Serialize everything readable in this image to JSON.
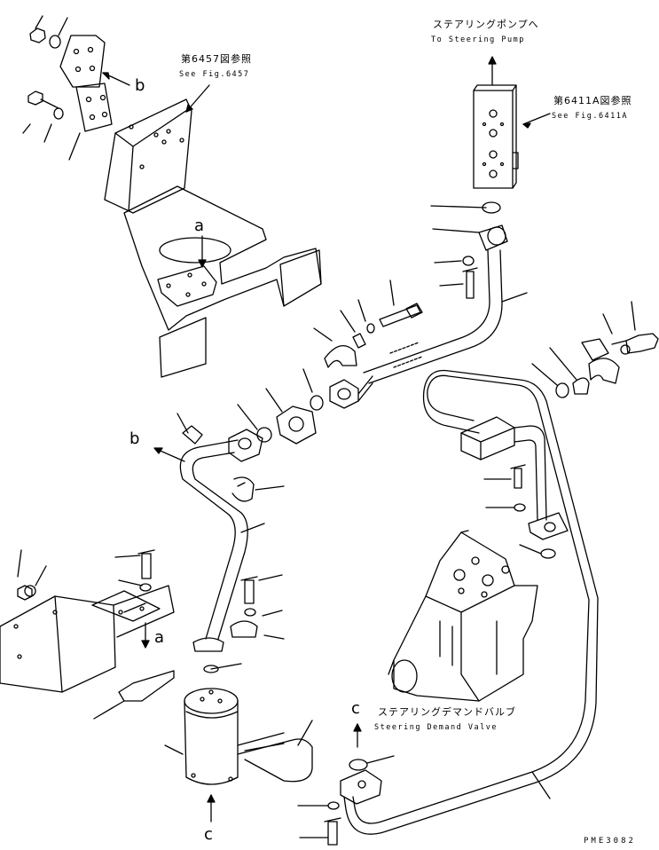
{
  "callouts": {
    "steering_pump_jp": "ステアリングポンプへ",
    "steering_pump_en": "To Steering Pump",
    "fig6457_jp": "第6457図参照",
    "fig6457_en": "See Fig.6457",
    "fig6411a_jp": "第6411A図参照",
    "fig6411a_en": "See Fig.6411A",
    "demand_valve_jp": "ステアリングデマンドバルブ",
    "demand_valve_en": "Steering Demand Valve"
  },
  "letters": {
    "a": "a",
    "b": "b",
    "c": "c"
  },
  "drawing_code": "PME3082"
}
